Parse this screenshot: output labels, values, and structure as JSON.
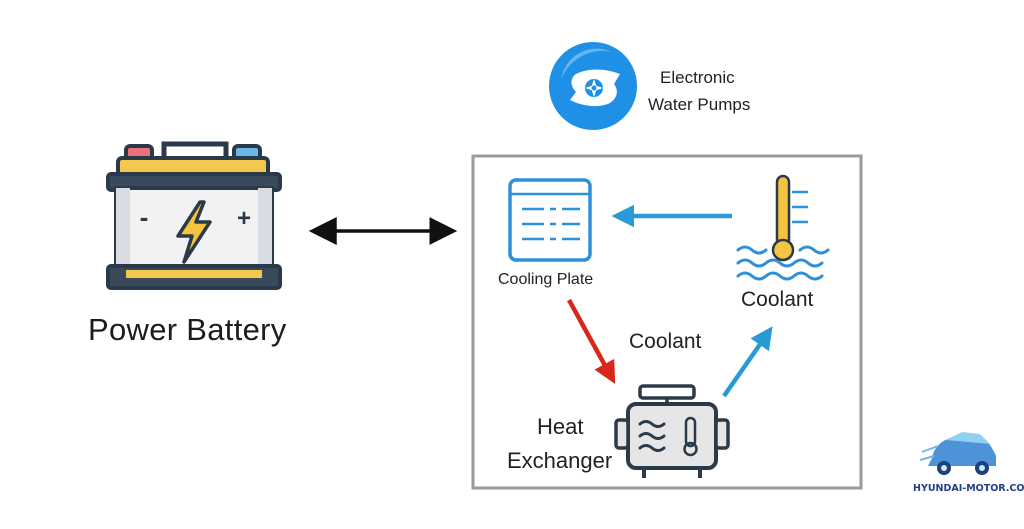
{
  "battery": {
    "label": "Power Battery",
    "minus_symbol": "-",
    "plus_symbol": "+"
  },
  "pump": {
    "line1": "Electronic",
    "line2": "Water Pumps"
  },
  "cooling_plate": {
    "label": "Cooling Plate"
  },
  "coolant_right": {
    "label": "Coolant"
  },
  "coolant_center": {
    "label": "Coolant"
  },
  "heat_exchanger": {
    "line1": "Heat",
    "line2": "Exchanger"
  },
  "watermark": {
    "text": "HYUNDAI-MOTOR.COM.VN"
  },
  "colors": {
    "outline": "#2b3a4a",
    "battery_body": "#f2f2f2",
    "battery_top": "#f4c74f",
    "bolt": "#f7c33b",
    "pump_blue": "#1e90e6",
    "cooling_blue": "#2f8fd8",
    "flow_blue": "#2a9ad6",
    "flow_red": "#d9261c",
    "box_border": "#9a9a9a"
  },
  "icons": [
    "battery-icon",
    "bolt-icon",
    "water-pump-icon",
    "cooling-plate-icon",
    "thermometer-icon",
    "waves-icon",
    "heat-exchanger-icon",
    "car-logo-icon"
  ]
}
